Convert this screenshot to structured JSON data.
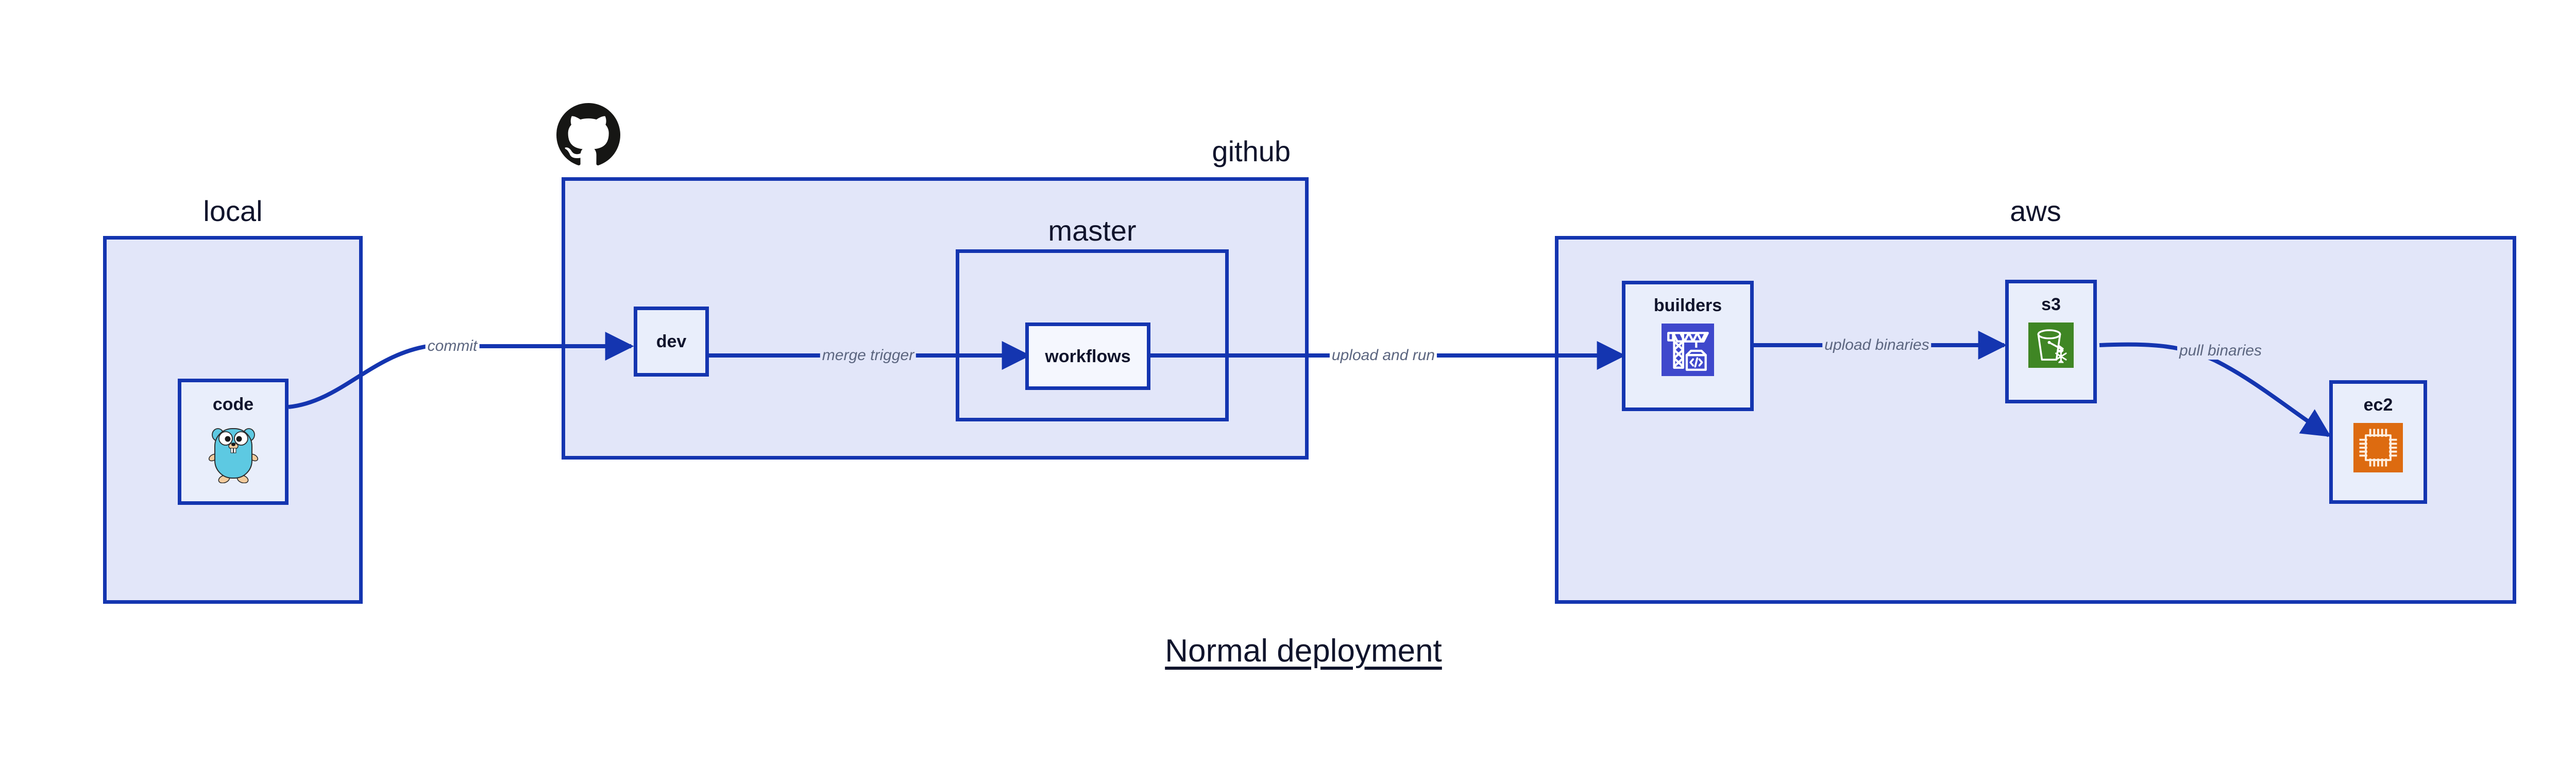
{
  "diagram": {
    "title": "Normal deployment",
    "background": "#ffffff",
    "accent_border": "#1435b0",
    "group_fill": "#e2e6f9",
    "node_fill": "#e9eefb",
    "label_color": "#10142c",
    "edge_label_color": "#5c6680"
  },
  "groups": [
    {
      "id": "local",
      "label": "local",
      "label_align": "center"
    },
    {
      "id": "github",
      "label": "github",
      "label_align": "right"
    },
    {
      "id": "master",
      "label": "master",
      "label_align": "center"
    },
    {
      "id": "aws",
      "label": "aws",
      "label_align": "center"
    }
  ],
  "nodes": [
    {
      "id": "code",
      "label": "code",
      "icon": "go-gopher-icon",
      "icon_color": "#5dc9e2",
      "group": "local"
    },
    {
      "id": "dev",
      "label": "dev",
      "icon": null,
      "icon_color": null,
      "group": "github"
    },
    {
      "id": "workflows",
      "label": "workflows",
      "icon": null,
      "icon_color": null,
      "group": "master"
    },
    {
      "id": "builders",
      "label": "builders",
      "icon": "aws-codebuild-icon",
      "icon_color": "#3f48cc",
      "group": "aws"
    },
    {
      "id": "s3",
      "label": "s3",
      "icon": "aws-s3-bucket-icon",
      "icon_color": "#3f8624",
      "group": "aws"
    },
    {
      "id": "ec2",
      "label": "ec2",
      "icon": "aws-ec2-chip-icon",
      "icon_color": "#dd6b10",
      "group": "aws"
    }
  ],
  "edges": [
    {
      "id": "code-to-dev",
      "from": "code",
      "to": "dev",
      "label": "commit",
      "label_bg": "white"
    },
    {
      "id": "dev-to-workflows",
      "from": "dev",
      "to": "workflows",
      "label": "merge trigger",
      "label_bg": "group"
    },
    {
      "id": "workflows-to-builders",
      "from": "workflows",
      "to": "builders",
      "label": "upload and run",
      "label_bg": "white"
    },
    {
      "id": "builders-to-s3",
      "from": "builders",
      "to": "s3",
      "label": "upload binaries",
      "label_bg": "group"
    },
    {
      "id": "s3-to-ec2",
      "from": "s3",
      "to": "ec2",
      "label": "pull binaries",
      "label_bg": "group"
    }
  ],
  "logos": [
    {
      "id": "github-octocat",
      "name": "github-logo",
      "color": "#161614"
    }
  ]
}
